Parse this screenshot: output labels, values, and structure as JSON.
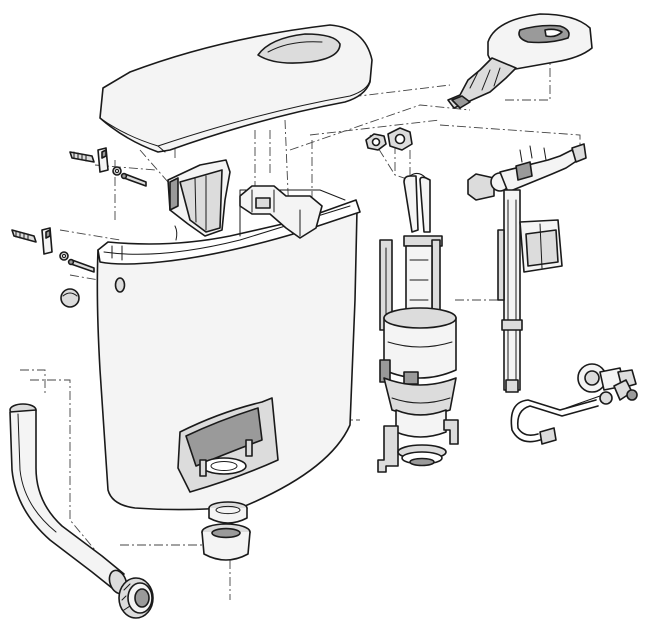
{
  "figure": {
    "colors": {
      "outline": "#1a1a1a",
      "fill_light": "#f4f4f4",
      "fill_mid": "#dcdcdc",
      "fill_dark": "#9a9a9a",
      "background": "#ffffff"
    },
    "parts": [
      "cistern-lid",
      "push-button-actuator",
      "wall-plugs-and-screws",
      "cistern-tank",
      "mounting-bracket",
      "flush-valve",
      "fill-valve",
      "nuts",
      "angle-stop-valve",
      "supply-hose",
      "flush-pipe",
      "rubber-seals"
    ]
  }
}
